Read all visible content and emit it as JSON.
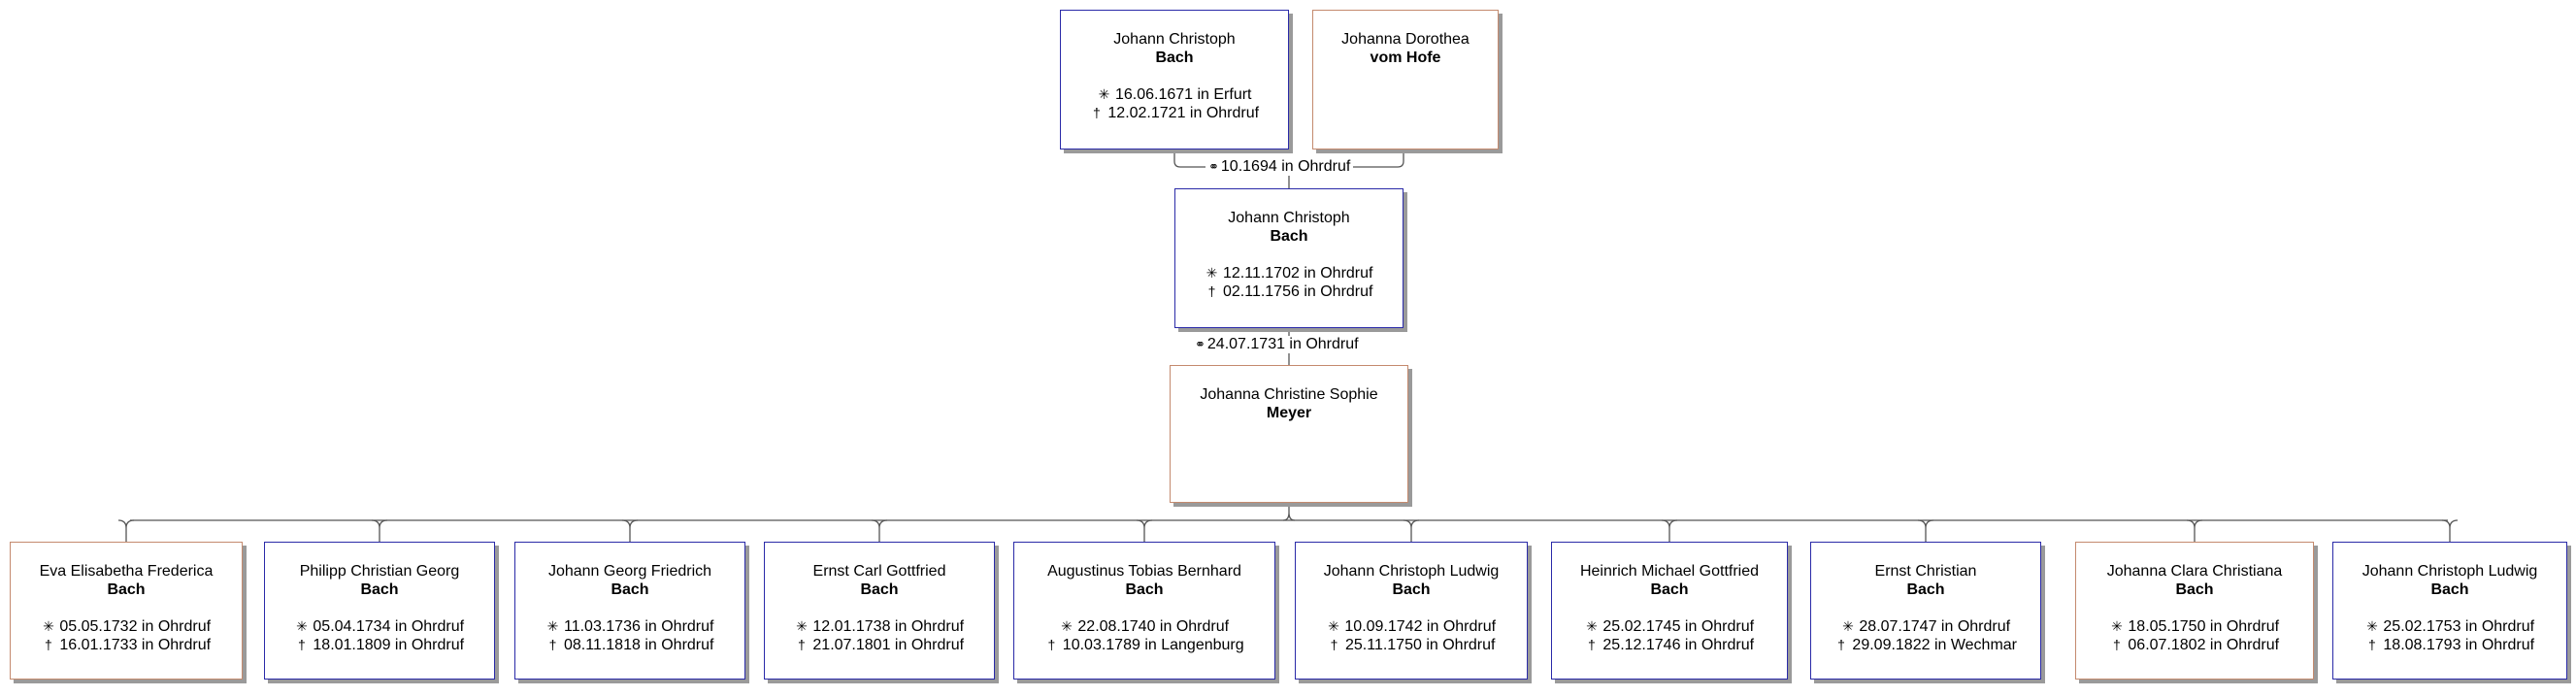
{
  "symbols": {
    "birth": "✳",
    "death": "†",
    "marriage": "⚭"
  },
  "colors": {
    "male_border": "#2a2aa8",
    "female_border": "#c48a6e",
    "line": "#555555"
  },
  "father": {
    "given": "Johann Christoph",
    "surname": "Bach",
    "birth": "16.06.1671 in Erfurt",
    "death": "12.02.1721 in Ohrdruf"
  },
  "mother": {
    "given": "Johanna Dorothea",
    "surname": "vom Hofe"
  },
  "parents_marriage": "10.1694 in Ohrdruf",
  "subject": {
    "given": "Johann Christoph",
    "surname": "Bach",
    "birth": "12.11.1702 in Ohrdruf",
    "death": "02.11.1756 in Ohrdruf"
  },
  "subject_marriage": "24.07.1731 in Ohrdruf",
  "spouse": {
    "given": "Johanna Christine Sophie",
    "surname": "Meyer"
  },
  "children": [
    {
      "given": "Eva Elisabetha Frederica",
      "surname": "Bach",
      "birth": "05.05.1732 in Ohrdruf",
      "death": "16.01.1733 in Ohrdruf"
    },
    {
      "given": "Philipp Christian Georg",
      "surname": "Bach",
      "birth": "05.04.1734 in Ohrdruf",
      "death": "18.01.1809 in Ohrdruf"
    },
    {
      "given": "Johann Georg Friedrich",
      "surname": "Bach",
      "birth": "11.03.1736 in Ohrdruf",
      "death": "08.11.1818 in Ohrdruf"
    },
    {
      "given": "Ernst Carl Gottfried",
      "surname": "Bach",
      "birth": "12.01.1738 in Ohrdruf",
      "death": "21.07.1801 in Ohrdruf"
    },
    {
      "given": "Augustinus Tobias Bernhard",
      "surname": "Bach",
      "birth": "22.08.1740 in Ohrdruf",
      "death": "10.03.1789 in Langenburg"
    },
    {
      "given": "Johann Christoph Ludwig",
      "surname": "Bach",
      "birth": "10.09.1742 in Ohrdruf",
      "death": "25.11.1750 in Ohrdruf"
    },
    {
      "given": "Heinrich Michael Gottfried",
      "surname": "Bach",
      "birth": "25.02.1745 in Ohrdruf",
      "death": "25.12.1746 in Ohrdruf"
    },
    {
      "given": "Ernst Christian",
      "surname": "Bach",
      "birth": "28.07.1747 in Ohrdruf",
      "death": "29.09.1822 in Wechmar"
    },
    {
      "given": "Johanna Clara Christiana",
      "surname": "Bach",
      "birth": "18.05.1750 in Ohrdruf",
      "death": "06.07.1802 in Ohrdruf"
    },
    {
      "given": "Johann Christoph Ludwig",
      "surname": "Bach",
      "birth": "25.02.1753 in Ohrdruf",
      "death": "18.08.1793 in Ohrdruf"
    }
  ]
}
